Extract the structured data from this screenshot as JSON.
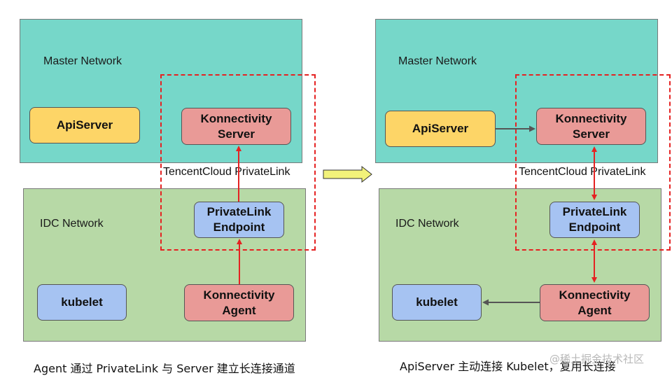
{
  "left": {
    "master_label": "Master Network",
    "idc_label": "IDC Network",
    "apiserver": "ApiServer",
    "konn_server_l1": "Konnectivity",
    "konn_server_l2": "Server",
    "privatelink_l1": "PrivateLink",
    "privatelink_l2": "Endpoint",
    "kubelet": "kubelet",
    "konn_agent_l1": "Konnectivity",
    "konn_agent_l2": "Agent",
    "pl_label": "TencentCloud PrivateLink",
    "caption": "Agent 通过 PrivateLink 与 Server 建立长连接通道"
  },
  "right": {
    "master_label": "Master Network",
    "idc_label": "IDC Network",
    "apiserver": "ApiServer",
    "konn_server_l1": "Konnectivity",
    "konn_server_l2": "Server",
    "privatelink_l1": "PrivateLink",
    "privatelink_l2": "Endpoint",
    "kubelet": "kubelet",
    "konn_agent_l1": "Konnectivity",
    "konn_agent_l2": "Agent",
    "pl_label": "TencentCloud PrivateLink",
    "caption": "ApiServer 主动连接 Kubelet，复用长连接"
  },
  "watermark": "@稀土掘金技术社区",
  "colors": {
    "master_bg": "#76d7c9",
    "idc_bg": "#b7d9a6",
    "apiserver_bg": "#fdd567",
    "konnectivity_bg": "#e99a97",
    "endpoint_bg": "#a6c3f2",
    "tunnel_border": "#e52222",
    "transition_arrow": "#f2f27a"
  }
}
